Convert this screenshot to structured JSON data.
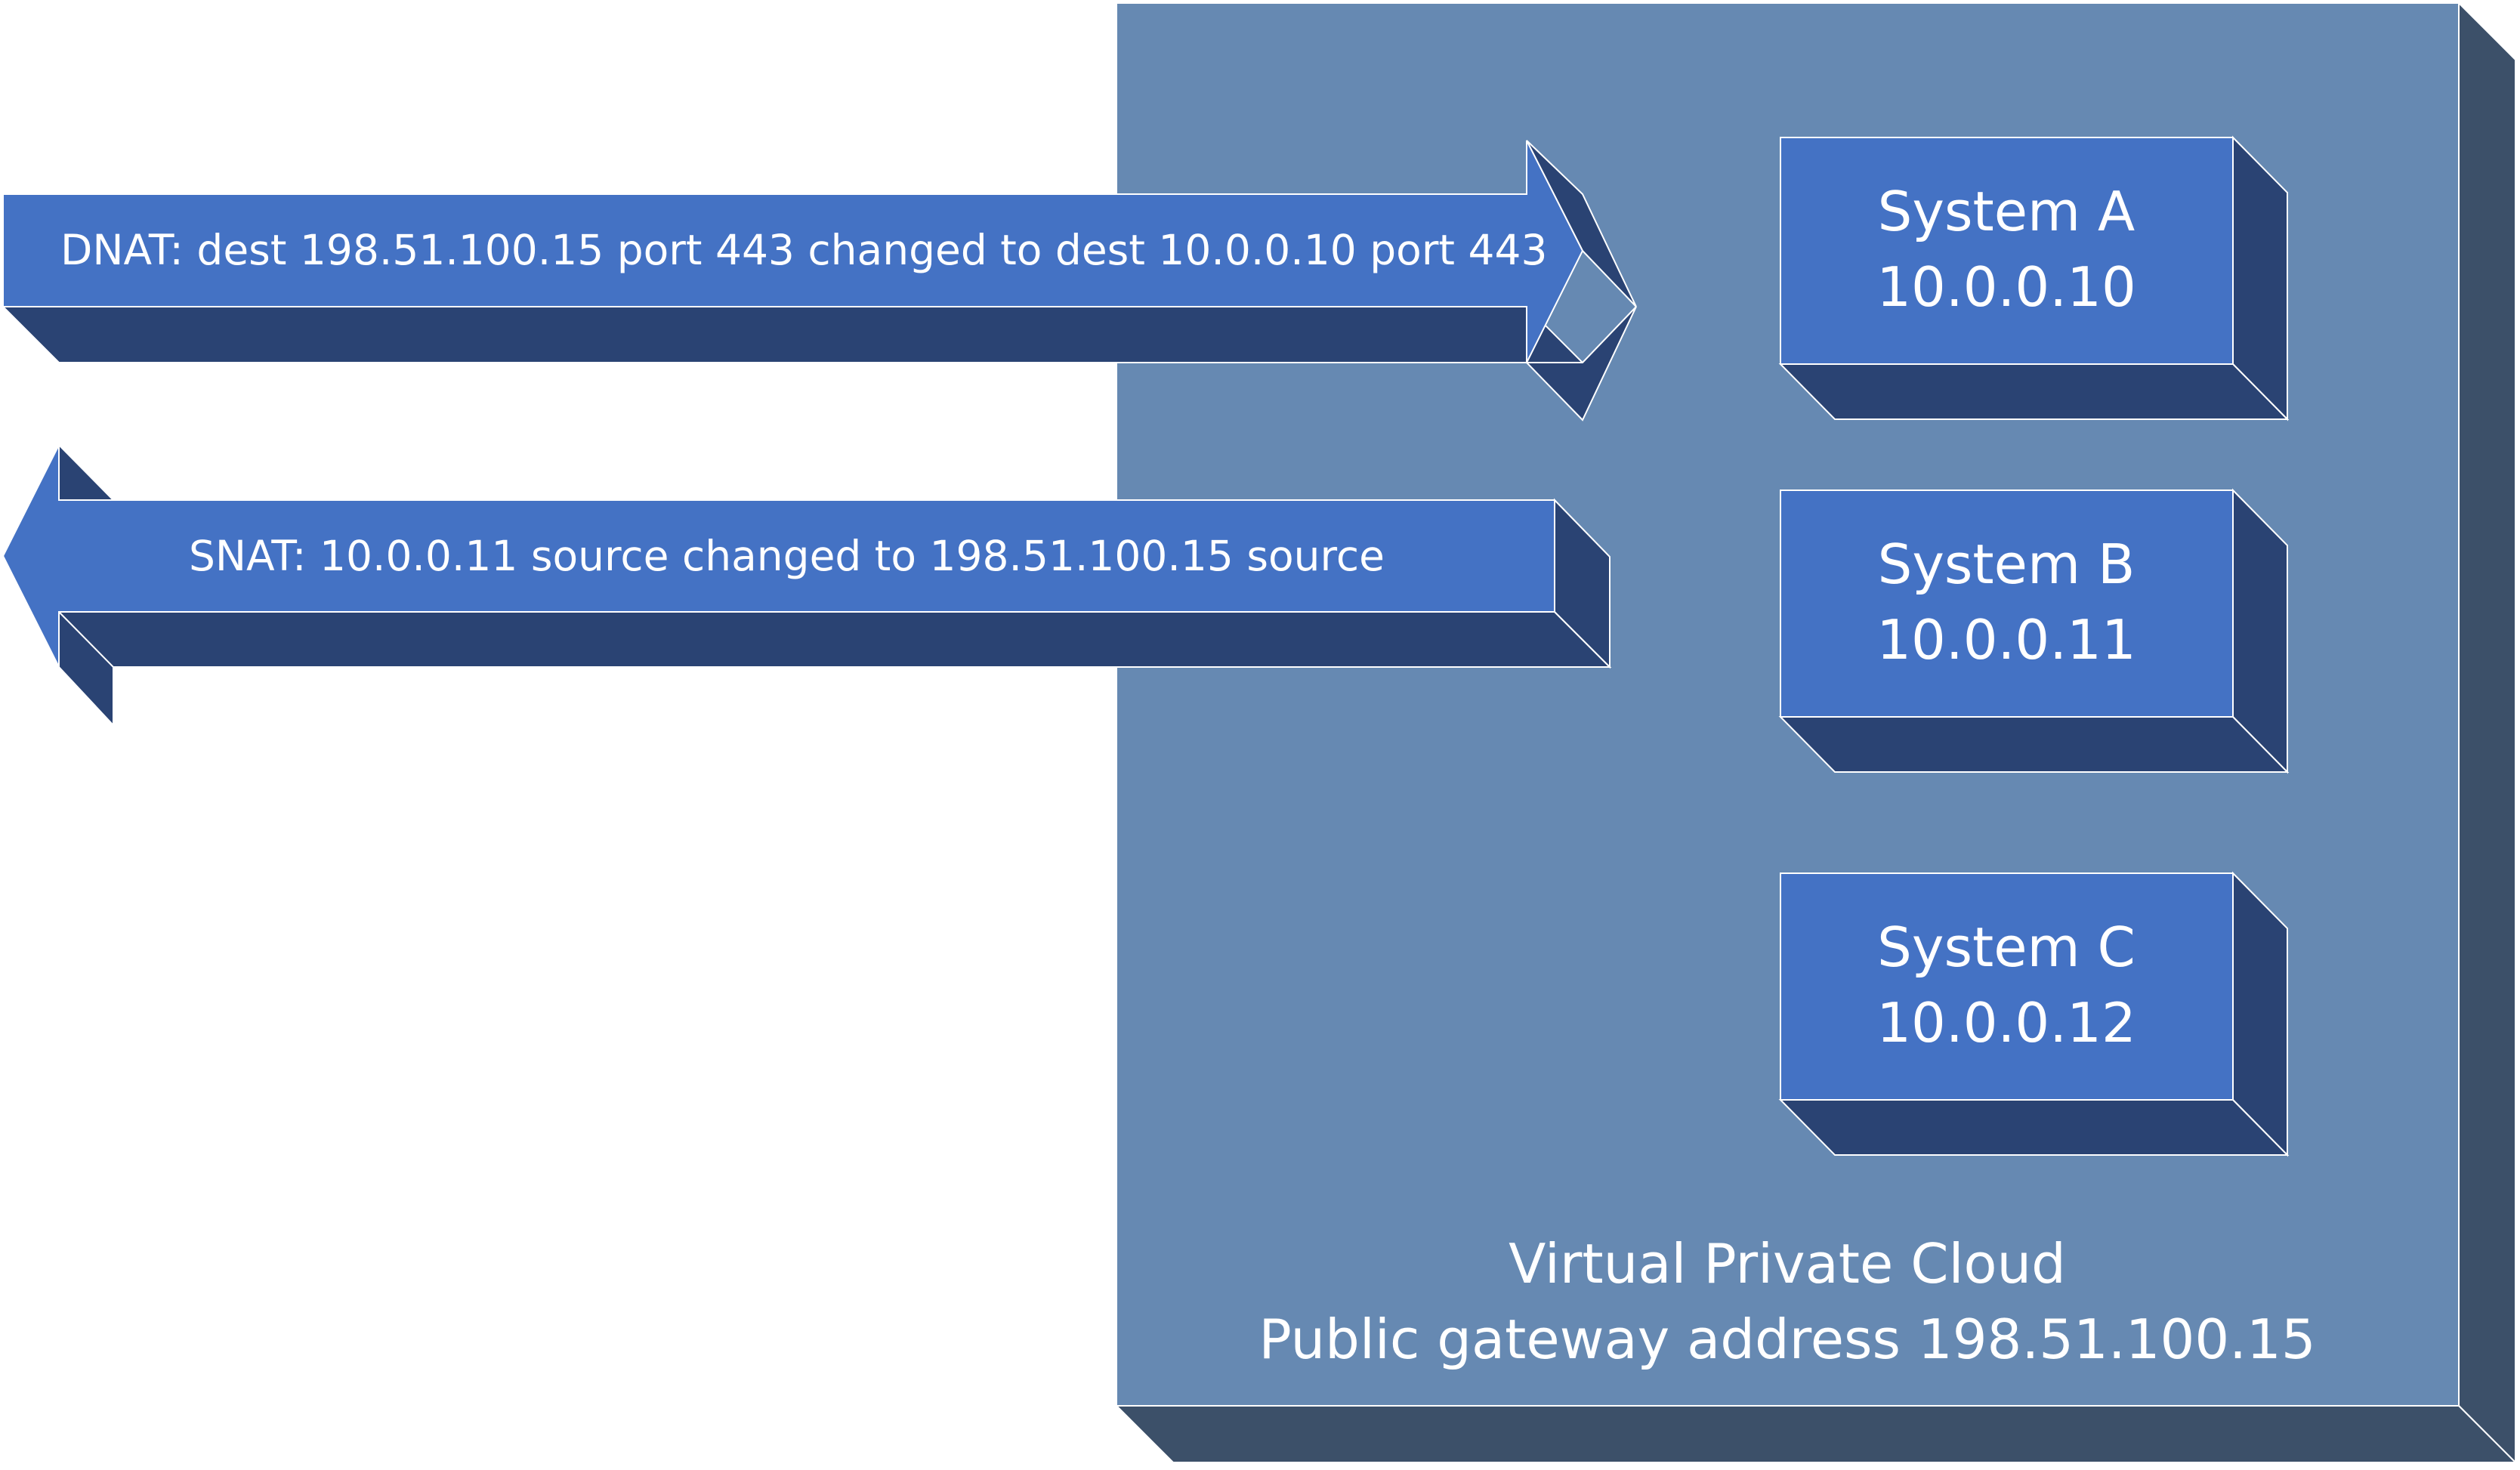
{
  "colors": {
    "vpc_front": "#6689B2",
    "vpc_side": "#3C5069",
    "box_front": "#4472C4",
    "box_side": "#2A4373",
    "text": "#FFFFFF",
    "background": "#FFFFFF"
  },
  "arrows": {
    "dnat": {
      "label": "DNAT:  dest 198.51.100.15 port 443 changed to dest 10.0.0.10 port 443"
    },
    "snat": {
      "label": "SNAT:  10.0.0.11 source changed to 198.51.100.15 source"
    }
  },
  "systems": [
    {
      "name": "System A",
      "ip": "10.0.0.10"
    },
    {
      "name": "System B",
      "ip": "10.0.0.11"
    },
    {
      "name": "System C",
      "ip": "10.0.0.12"
    }
  ],
  "vpc": {
    "title": "Virtual Private Cloud",
    "gateway": "Public gateway address 198.51.100.15"
  }
}
